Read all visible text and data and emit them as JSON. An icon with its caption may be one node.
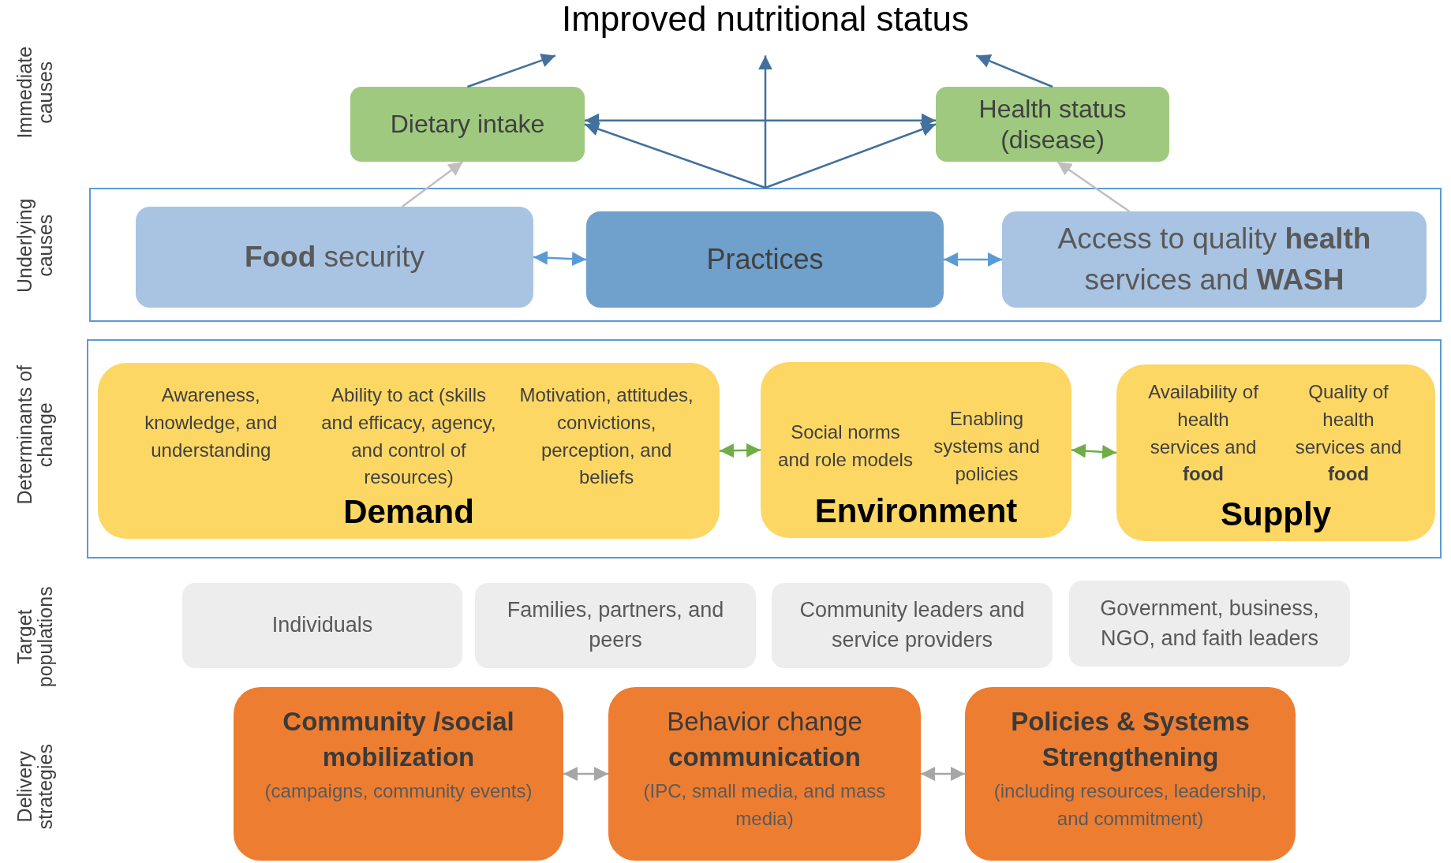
{
  "diagram": {
    "nodes": [
      {
        "text": [
          "Improved nutritional status"
        ]
      },
      {
        "text": [
          "Dietary intake"
        ]
      },
      {
        "text": [
          "Health status (disease)"
        ]
      },
      {
        "text": [],
        "shape": "box"
      },
      {
        "text": [
          "**Food** security"
        ],
        "in": 3
      },
      {
        "text": [
          "Practices"
        ],
        "in": 3
      },
      {
        "text": [
          "Access to quality **health** services and **WASH**"
        ],
        "in": 3
      },
      {
        "text": [],
        "shape": "box"
      },
      {
        "text": [
          "Awareness, knowledge, and understanding",
          "Ability to act (skills and efficacy, agency, and control of resources)",
          "Motivation, attitudes, convictions, perception, and beliefs",
          "Demand"
        ],
        "in": 7
      },
      {
        "text": [
          "Social norms and role models",
          "Enabling systems and policies",
          "Environment"
        ],
        "in": 7
      },
      {
        "text": [
          "Availability of health services and **food**",
          "Quality of health services and **food**",
          "Supply"
        ],
        "in": 7
      },
      {
        "text": [
          "Individuals"
        ]
      },
      {
        "text": [
          "Families, partners, and peers"
        ]
      },
      {
        "text": [
          "Community leaders and service providers"
        ]
      },
      {
        "text": [
          "Government, business, NGO, and faith leaders"
        ]
      },
      {
        "text": [
          "Community /social mobilization",
          "(campaigns, community events)"
        ]
      },
      {
        "text": [
          "Behavior change **communication**",
          "(IPC, small media, and mass media)"
        ]
      },
      {
        "text": [
          "Policies & Systems Strengthening",
          "(including resources, leadership, and commitment)"
        ]
      }
    ],
    "edges": [
      {
        "from": 1,
        "to": 0,
        "arrow": "to"
      },
      {
        "from": 3,
        "to": 0,
        "arrow": "to"
      },
      {
        "from": 3,
        "to": 1,
        "arrow": "to"
      },
      {
        "from": 3,
        "to": 2,
        "arrow": "to"
      },
      {
        "from": 1,
        "to": 2,
        "arrow": "both"
      },
      {
        "from": 2,
        "to": 0,
        "arrow": "to"
      },
      {
        "from": 4,
        "to": 1,
        "arrow": "to",
        "color": "#bfbfbf"
      },
      {
        "from": 6,
        "to": 2,
        "arrow": "to",
        "color": "#bfbfbf"
      },
      {
        "from": 4,
        "to": 5,
        "arrow": "both",
        "color": "#5b9bd5"
      },
      {
        "from": 5,
        "to": 6,
        "arrow": "both",
        "color": "#5b9bd5"
      },
      {
        "from": 8,
        "to": 9,
        "arrow": "both",
        "color": "#70ad47"
      },
      {
        "from": 9,
        "to": 10,
        "arrow": "both",
        "color": "#70ad47"
      },
      {
        "from": 15,
        "to": 16,
        "arrow": "both",
        "color": "#a6a6a6"
      },
      {
        "from": 16,
        "to": 17,
        "arrow": "both",
        "color": "#a6a6a6"
      }
    ],
    "labels": [
      "Immediate causes",
      "Underlying causes",
      "Determinants of change",
      "Target populations",
      "Delivery strategies"
    ]
  }
}
